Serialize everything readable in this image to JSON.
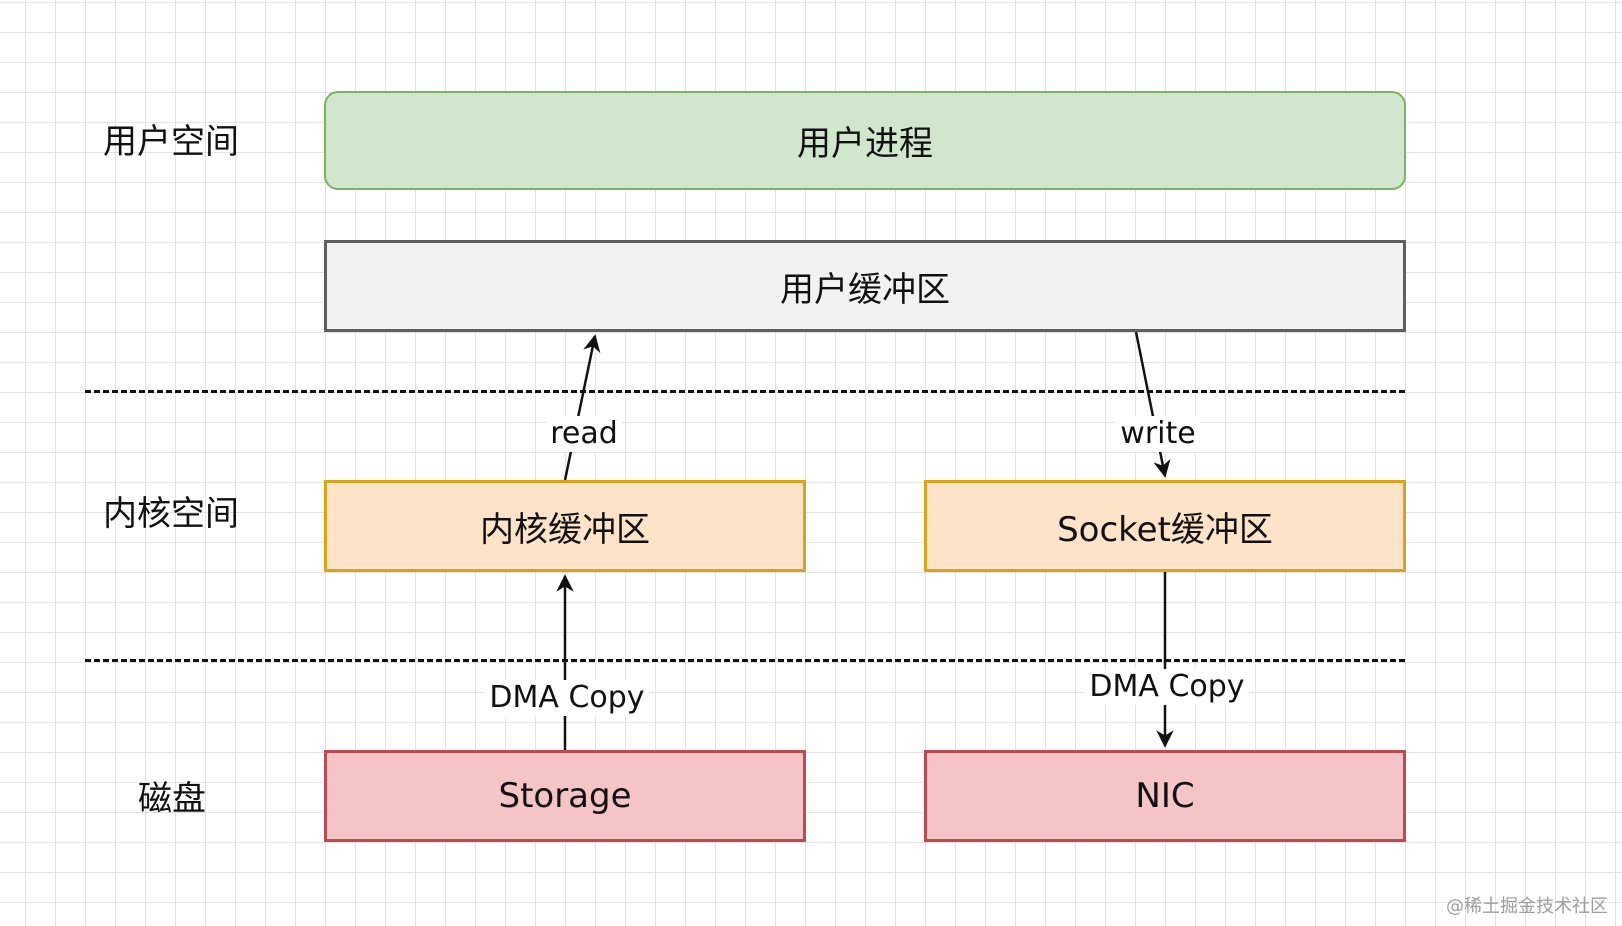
{
  "zones": {
    "user_space": "用户空间",
    "kernel_space": "内核空间",
    "disk": "磁盘"
  },
  "nodes": {
    "user_process": "用户进程",
    "user_buffer": "用户缓冲区",
    "kernel_buffer": "内核缓冲区",
    "socket_buffer": "Socket缓冲区",
    "storage": "Storage",
    "nic": "NIC"
  },
  "edges": {
    "read": "read",
    "write": "write",
    "dma_copy_in": "DMA Copy",
    "dma_copy_out": "DMA Copy"
  },
  "watermark": "@稀土掘金技术社区",
  "colors": {
    "process_fill": "#d0e7cd",
    "process_border": "#7bb35f",
    "user_buffer_fill": "#f2f2f2",
    "user_buffer_border": "#5f5f5f",
    "kernel_fill": "#fde3c8",
    "kernel_border": "#dba318",
    "device_fill": "#f5c4c6",
    "device_border": "#bd4a50"
  }
}
